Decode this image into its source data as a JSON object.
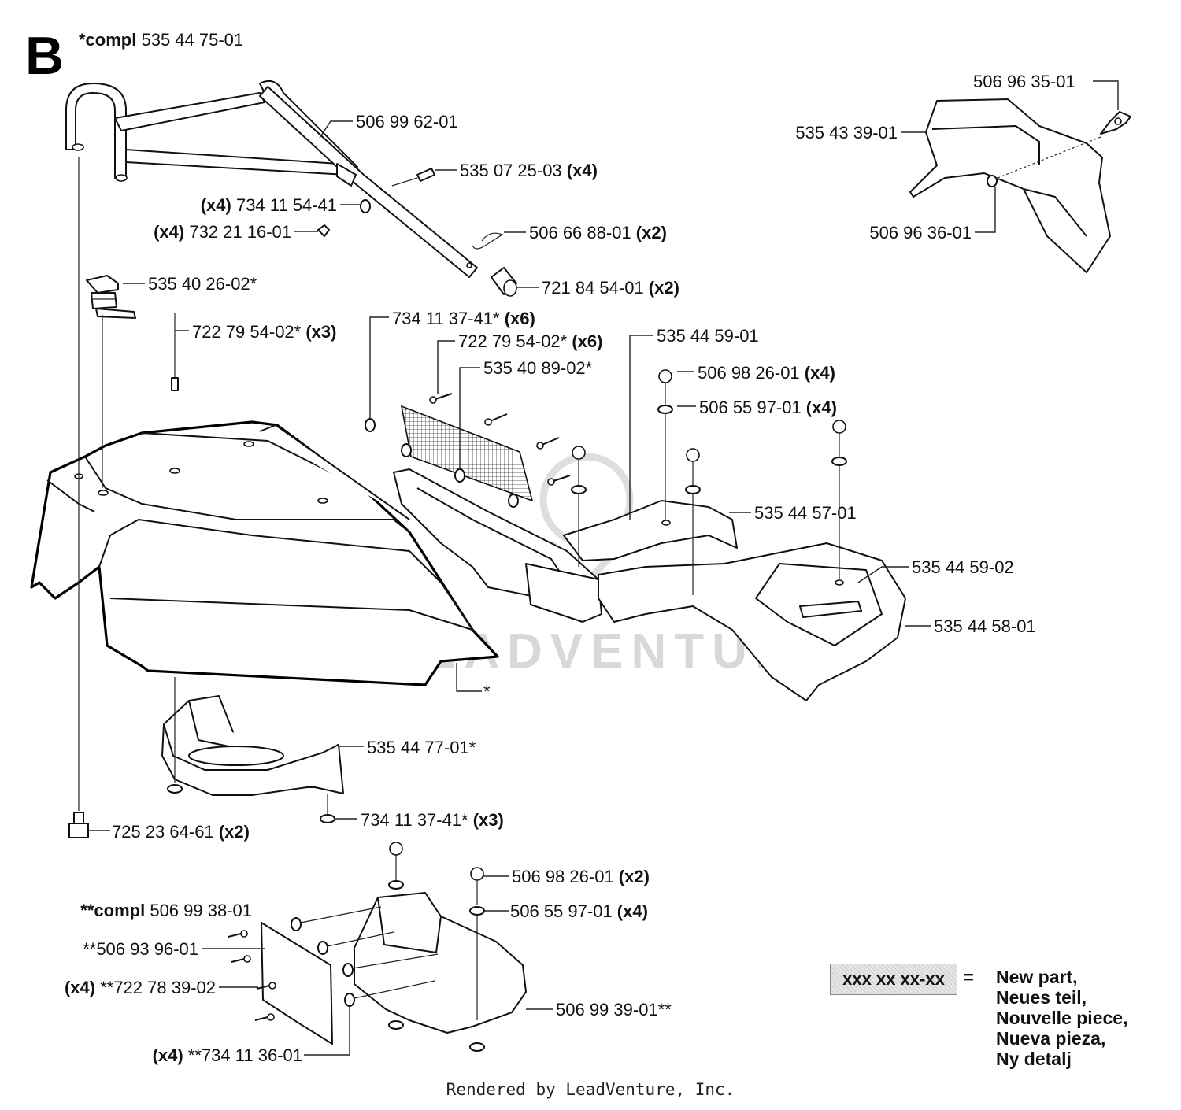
{
  "section": "B",
  "assembly_main": {
    "prefix": "*compl",
    "number": "535 44 75-01"
  },
  "assembly_sub": {
    "prefix": "**compl",
    "number": "506 99 38-01"
  },
  "watermark": "LEADVENTURE",
  "footer": "Rendered by LeadVenture, Inc.",
  "legend": {
    "sample": "xxx xx xx-xx",
    "eq": "=",
    "lines": [
      "New part,",
      "Neues teil,",
      "Nouvelle piece,",
      "Nueva pieza,",
      "Ny detalj"
    ]
  },
  "callouts": {
    "c01": {
      "num": "506 99 62-01",
      "qty": ""
    },
    "c02": {
      "num": "535 07 25-03",
      "qty": "(x4)"
    },
    "c03": {
      "num": "734 11 54-41",
      "qty": "(x4)"
    },
    "c04": {
      "num": "732 21 16-01",
      "qty": "(x4)"
    },
    "c05": {
      "num": "506 66 88-01",
      "qty": "(x2)"
    },
    "c06": {
      "num": "721 84 54-01",
      "qty": "(x2)"
    },
    "c07": {
      "num": "535 40 26-02*",
      "qty": ""
    },
    "c08": {
      "num": "722 79 54-02*",
      "qty": "(x3)"
    },
    "c09": {
      "num": "734 11 37-41*",
      "qty": "(x6)"
    },
    "c10": {
      "num": "722 79 54-02*",
      "qty": "(x6)"
    },
    "c11": {
      "num": "535 44 59-01",
      "qty": ""
    },
    "c12": {
      "num": "535 40 89-02*",
      "qty": ""
    },
    "c13": {
      "num": "506 98 26-01",
      "qty": "(x4)"
    },
    "c14": {
      "num": "506 55 97-01",
      "qty": "(x4)"
    },
    "c15": {
      "num": "535 44 57-01",
      "qty": ""
    },
    "c16": {
      "num": "535 44 59-02",
      "qty": ""
    },
    "c17": {
      "num": "535 44 58-01",
      "qty": ""
    },
    "c18": {
      "num": "*",
      "qty": ""
    },
    "c19": {
      "num": "535 44 77-01*",
      "qty": ""
    },
    "c20": {
      "num": "734 11 37-41*",
      "qty": "(x3)"
    },
    "c21": {
      "num": "725 23 64-61",
      "qty": "(x2)"
    },
    "c22": {
      "num": "506 96 35-01",
      "qty": ""
    },
    "c23": {
      "num": "535 43 39-01",
      "qty": ""
    },
    "c24": {
      "num": "506 96 36-01",
      "qty": ""
    },
    "c25": {
      "num": "506 98 26-01",
      "qty": "(x2)"
    },
    "c26": {
      "num": "506 55 97-01",
      "qty": "(x4)"
    },
    "c27": {
      "num": "**506 93 96-01",
      "qty": ""
    },
    "c28": {
      "num": "**722 78 39-02",
      "qty": "(x4)"
    },
    "c29": {
      "num": "506 99 39-01**",
      "qty": ""
    },
    "c30": {
      "num": "**734 11 36-01",
      "qty": "(x4)"
    }
  }
}
